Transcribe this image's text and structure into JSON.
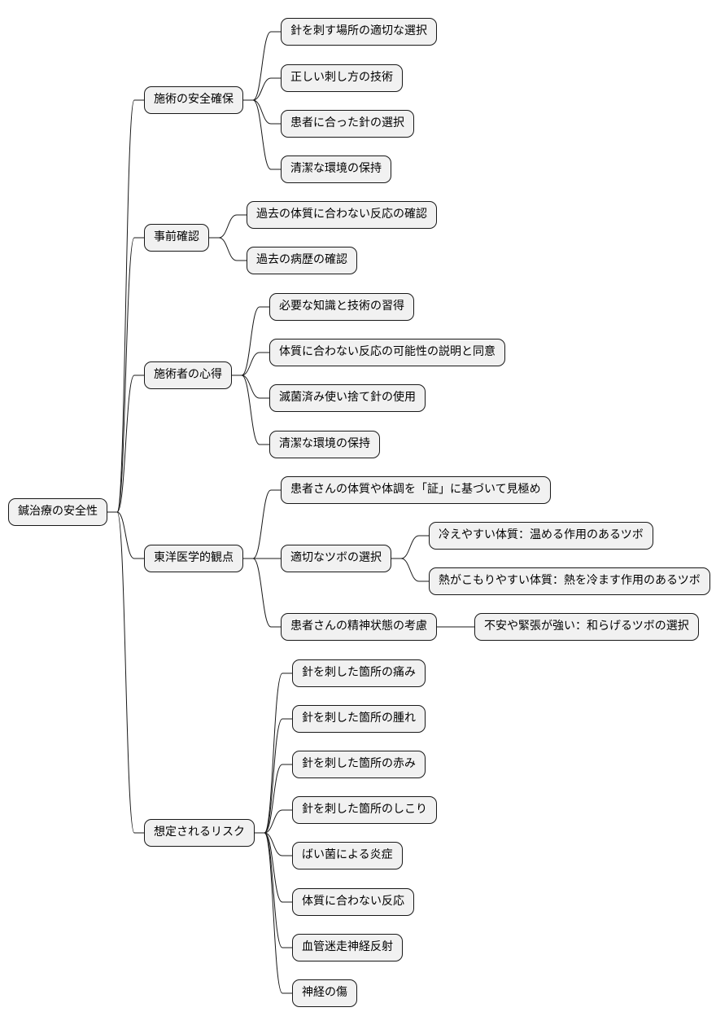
{
  "mindmap": {
    "root": {
      "label": "鍼治療の安全性",
      "children": [
        {
          "label": "施術の安全確保",
          "children": [
            {
              "label": "針を刺す場所の適切な選択"
            },
            {
              "label": "正しい刺し方の技術"
            },
            {
              "label": "患者に合った針の選択"
            },
            {
              "label": "清潔な環境の保持"
            }
          ]
        },
        {
          "label": "事前確認",
          "children": [
            {
              "label": "過去の体質に合わない反応の確認"
            },
            {
              "label": "過去の病歴の確認"
            }
          ]
        },
        {
          "label": "施術者の心得",
          "children": [
            {
              "label": "必要な知識と技術の習得"
            },
            {
              "label": "体質に合わない反応の可能性の説明と同意"
            },
            {
              "label": "滅菌済み使い捨て針の使用"
            },
            {
              "label": "清潔な環境の保持"
            }
          ]
        },
        {
          "label": "東洋医学的観点",
          "children": [
            {
              "label": "患者さんの体質や体調を「証」に基づいて見極め"
            },
            {
              "label": "適切なツボの選択",
              "children": [
                {
                  "label": "冷えやすい体質：温める作用のあるツボ"
                },
                {
                  "label": "熱がこもりやすい体質：熱を冷ます作用のあるツボ"
                }
              ]
            },
            {
              "label": "患者さんの精神状態の考慮",
              "children": [
                {
                  "label": "不安や緊張が強い：和らげるツボの選択"
                }
              ]
            }
          ]
        },
        {
          "label": "想定されるリスク",
          "children": [
            {
              "label": "針を刺した箇所の痛み"
            },
            {
              "label": "針を刺した箇所の腫れ"
            },
            {
              "label": "針を刺した箇所の赤み"
            },
            {
              "label": "針を刺した箇所のしこり"
            },
            {
              "label": "ばい菌による炎症"
            },
            {
              "label": "体質に合わない反応"
            },
            {
              "label": "血管迷走神経反射"
            },
            {
              "label": "神経の傷"
            }
          ]
        }
      ]
    }
  },
  "style": {
    "node_fill": "#f1f1f1",
    "node_border": "#181818",
    "edge_color": "#181818"
  }
}
